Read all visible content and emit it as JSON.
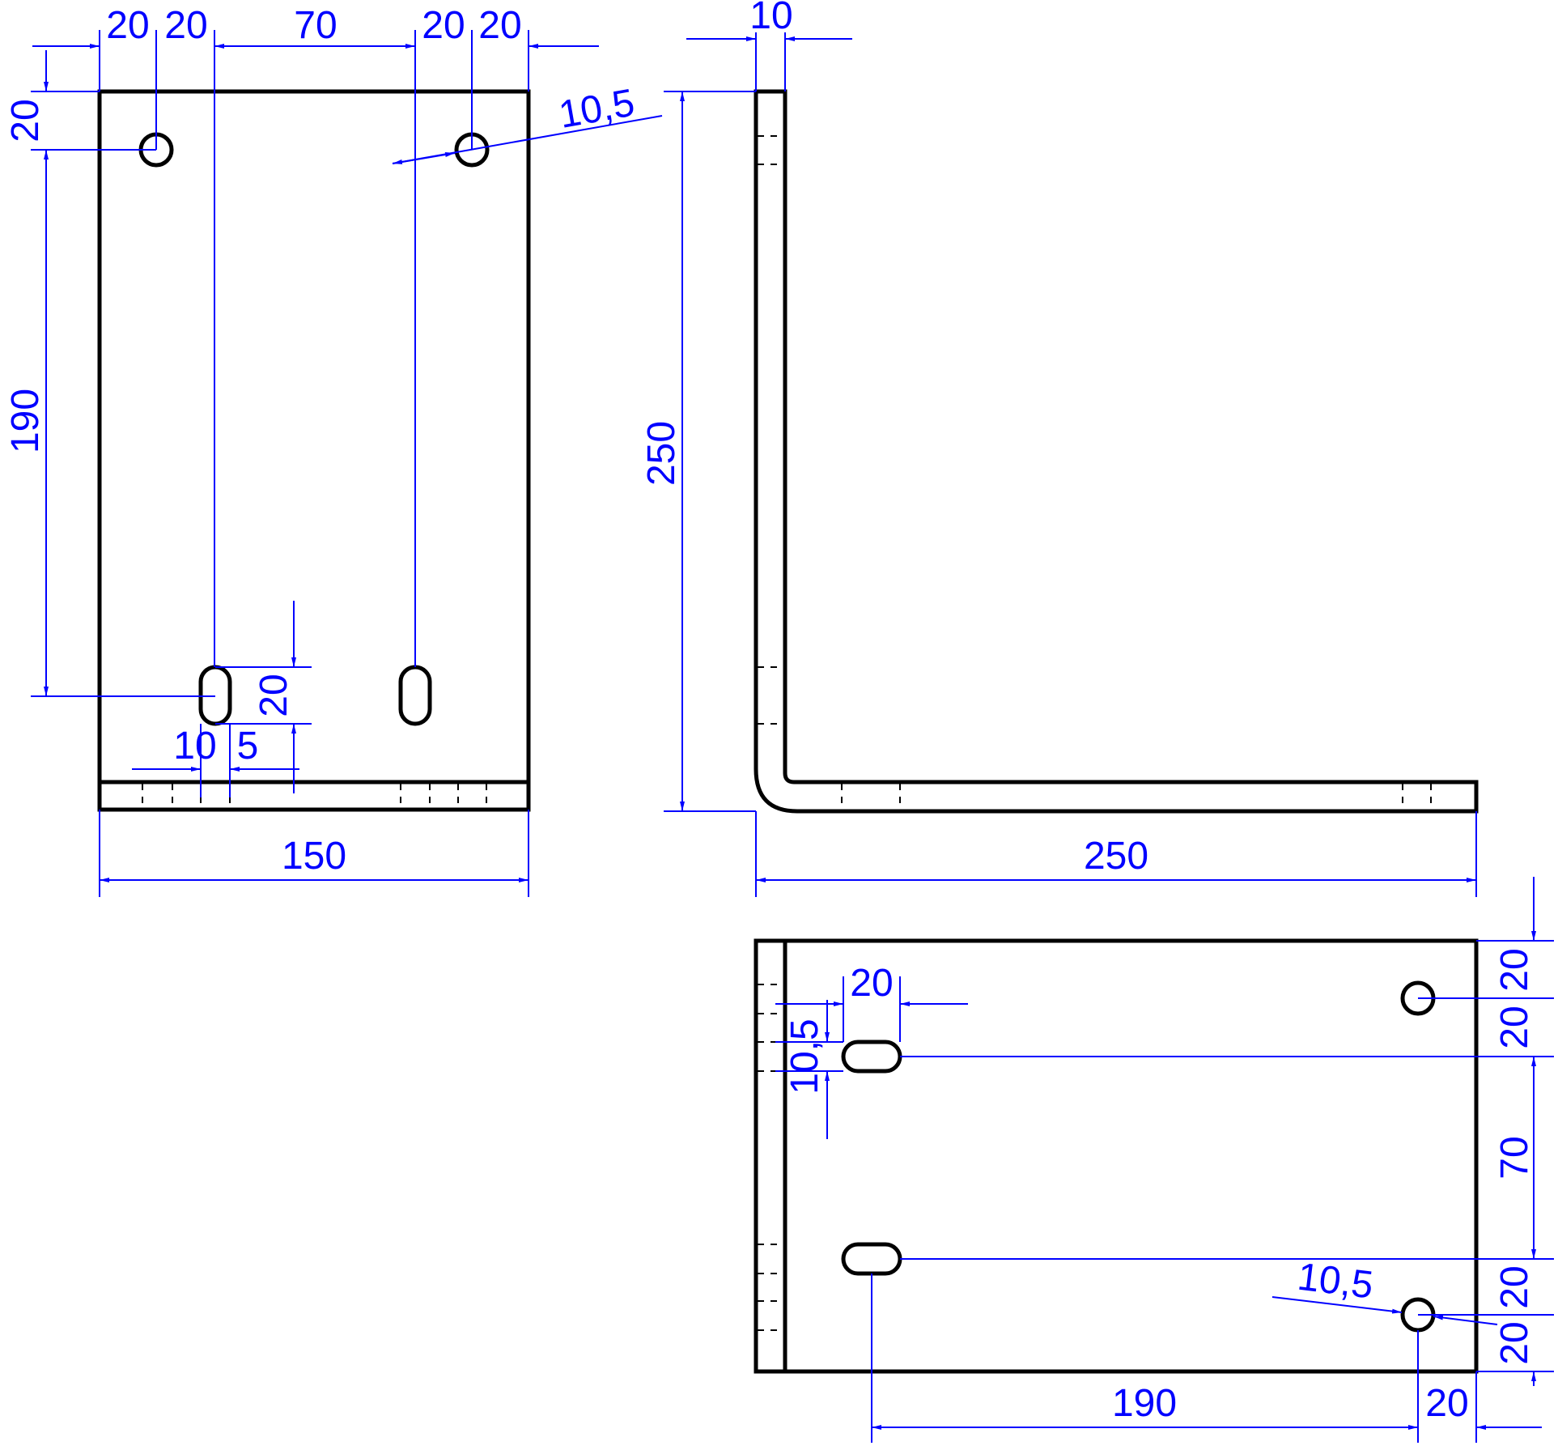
{
  "colors": {
    "outline": "#000000",
    "dimension": "#0000ff",
    "background": "#ffffff"
  },
  "front_view": {
    "dim_top_1": "20",
    "dim_top_2": "20",
    "dim_top_3": "70",
    "dim_top_4": "20",
    "dim_top_5": "20",
    "dim_left_top": "20",
    "dim_left_main": "190",
    "dim_hole_dia": "10,5",
    "dim_slot_len": "20",
    "dim_slot_w1": "10",
    "dim_slot_w2": "5",
    "dim_width": "150"
  },
  "side_view": {
    "dim_thickness": "10",
    "dim_height": "250",
    "dim_length": "250"
  },
  "top_view": {
    "dim_slot_len": "20",
    "dim_slot_w": "10,5",
    "dim_right_1": "20",
    "dim_right_2": "20",
    "dim_right_3": "70",
    "dim_right_4": "20",
    "dim_right_5": "20",
    "dim_hole_dia": "10,5",
    "dim_bottom_main": "190",
    "dim_bottom_end": "20"
  }
}
